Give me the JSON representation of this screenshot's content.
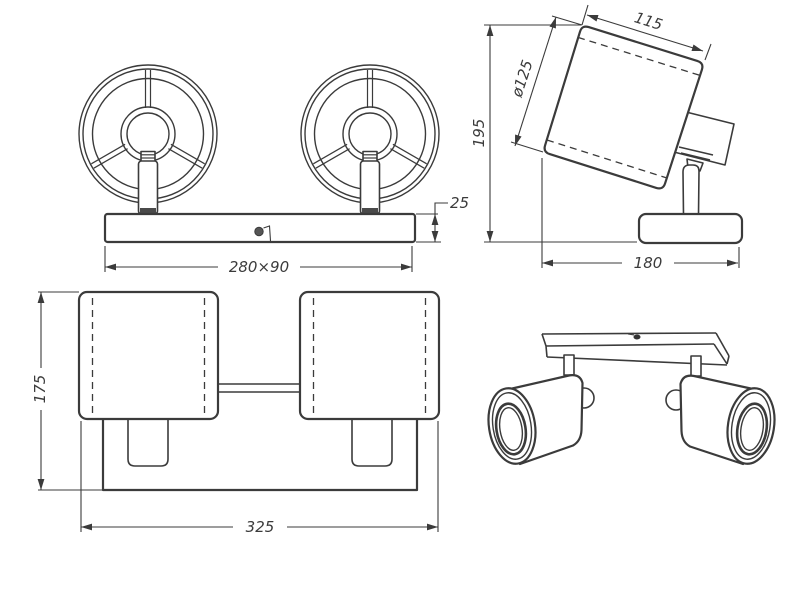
{
  "drawing": {
    "title": "two-spot ceiling light dimension drawing",
    "line_color": "#3b3b3b",
    "background_color": "#ffffff",
    "views": {
      "front": {
        "base_plate_size_label": "280×90",
        "base_plate_thickness_label": "25"
      },
      "side": {
        "shade_length_label": "115",
        "shade_diameter_label": "ø125",
        "total_height_label": "195",
        "base_depth_label": "180"
      },
      "bottom": {
        "total_height_label": "175",
        "total_width_label": "325"
      }
    }
  }
}
